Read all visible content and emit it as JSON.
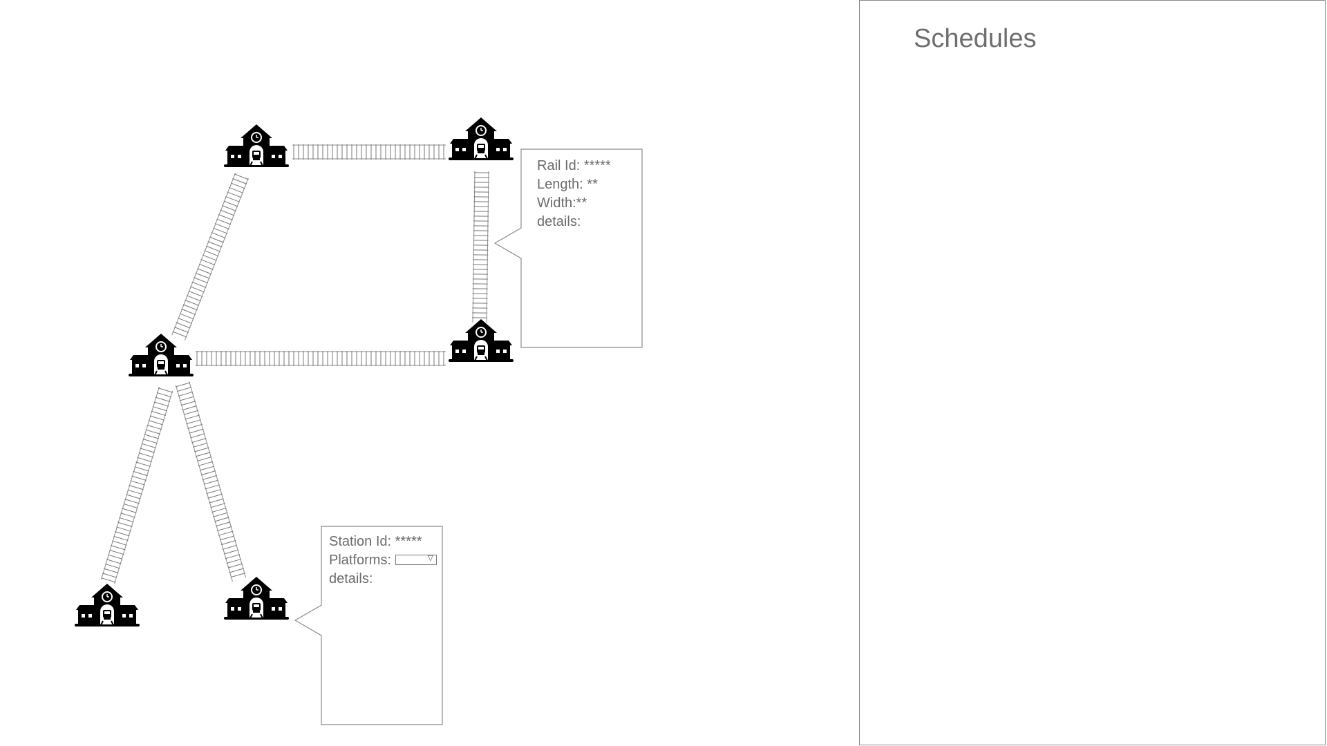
{
  "schedules": {
    "title": "Schedules"
  },
  "rail_popup": {
    "rail_id_label": "Rail Id: *****",
    "length_label": "Length: **",
    "width_label": "Width:**",
    "details_label": "details:"
  },
  "station_popup": {
    "station_id_label": "Station Id: *****",
    "platforms_label": "Platforms:",
    "platforms_value": "",
    "details_label": "details:"
  },
  "icons": {
    "station": "train-station-icon",
    "rail": "rail-track",
    "dropdown": "triangle-down-icon"
  },
  "colors": {
    "station": "#000000",
    "track": "#888888",
    "panel_border": "#8a8a8a",
    "text": "#6b6b6b"
  }
}
